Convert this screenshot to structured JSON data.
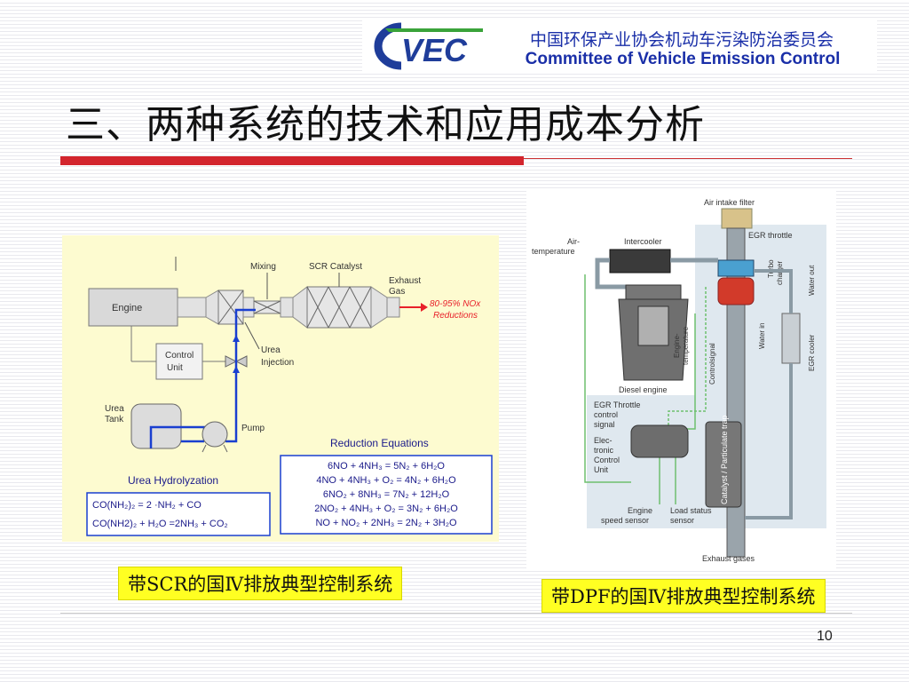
{
  "header": {
    "logo_text": "VEC",
    "org_name_cn": "中国环保产业协会机动车污染防治委员会",
    "org_name_en": "Committee of Vehicle Emission Control"
  },
  "slide": {
    "title": "三、两种系统的技术和应用成本分析",
    "page_number": "10"
  },
  "scr_diagram": {
    "labels": {
      "engine": "Engine",
      "mixing": "Mixing",
      "scr_catalyst": "SCR Catalyst",
      "exhaust_gas_1": "Exhaust",
      "exhaust_gas_2": "Gas",
      "nox_1": "80-95% NOx",
      "nox_2": "Reductions",
      "control_unit_1": "Control",
      "control_unit_2": "Unit",
      "urea_injection_1": "Urea",
      "urea_injection_2": "Injection",
      "urea_tank_1": "Urea",
      "urea_tank_2": "Tank",
      "pump": "Pump",
      "reduction_title": "Reduction Equations",
      "hydrolyzation_title": "Urea Hydrolyzation"
    },
    "reduction_equations": [
      "6NO + 4NH₃ = 5N₂ + 6H₂O",
      "4NO + 4NH₃ + O₂ = 4N₂ + 6H₂O",
      "6NO₂ + 8NH₃ = 7N₂ + 12H₂O",
      "2NO₂ + 4NH₃ + O₂ = 3N₂ + 6H₂O",
      "NO + NO₂ + 2NH₃ = 2N₂ + 3H₂O"
    ],
    "hydrolyzation_equations": [
      "CO(NH₂)₂ = 2 ·NH₂ + CO",
      "CO(NH2)₂ + H₂O =2NH₃ + CO₂"
    ],
    "caption": "带SCR的国Ⅳ排放典型控制系统"
  },
  "dpf_diagram": {
    "labels": {
      "air_intake_filter": "Air intake filter",
      "air_temp_1": "Air-",
      "air_temp_2": "temperature",
      "intercooler": "Intercooler",
      "egr_throttle": "EGR throttle",
      "turbo_1": "Turbo",
      "turbo_2": "charger",
      "water_out": "Water out",
      "water_in": "Water in",
      "egr_cooler": "EGR cooler",
      "engine_temp_1": "Engine-",
      "engine_temp_2": "temperature",
      "control_signal": "Controlsignal",
      "diesel_engine": "Diesel engine",
      "egr_throttle_signal_1": "EGR Throttle",
      "egr_throttle_signal_2": "control",
      "egr_throttle_signal_3": "signal",
      "ecu_1": "Elec-",
      "ecu_2": "tronic",
      "ecu_3": "Control",
      "ecu_4": "Unit",
      "catalyst_trap": "Catalyst / Particulate trap",
      "engine_speed_1": "Engine",
      "engine_speed_2": "speed sensor",
      "load_status_1": "Load status",
      "load_status_2": "sensor",
      "exhaust_gases": "Exhaust gases"
    },
    "caption": "带DPF的国Ⅳ排放典型控制系统"
  },
  "colors": {
    "title_rule": "#d3252d",
    "caption_bg": "#ffff22",
    "brand_blue": "#1a2fa8",
    "nox_red": "#e8202a"
  }
}
